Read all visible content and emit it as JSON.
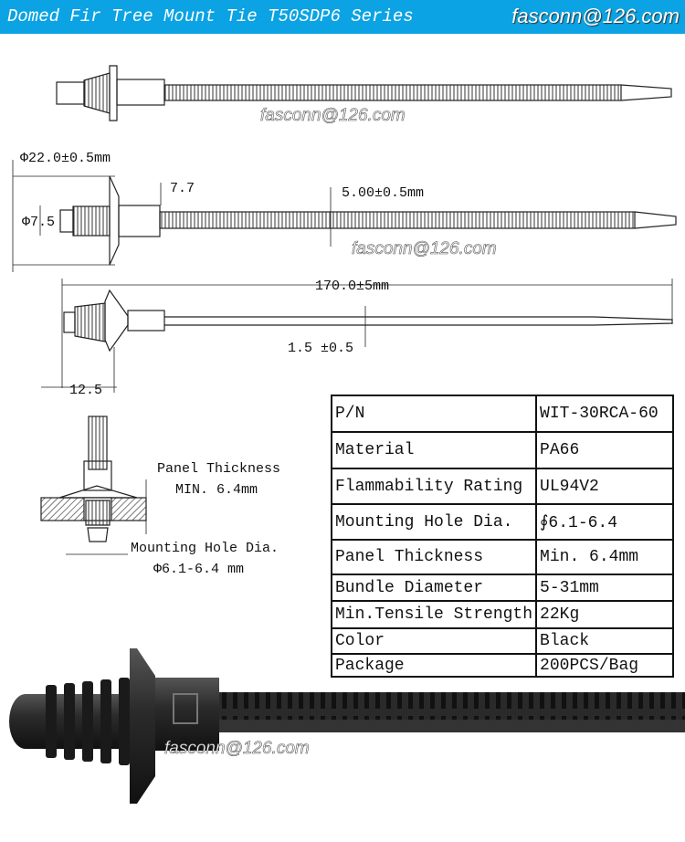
{
  "header": {
    "title": "Domed Fir Tree Mount Tie  T50SDP6  Series",
    "email": "fasconn@126.com",
    "background_color": "#0ba3e3"
  },
  "watermarks": [
    "fasconn@126.com",
    "fasconn@126.com",
    "fasconn@126.com"
  ],
  "dimensions": {
    "dome_diameter": "Φ22.0±0.5mm",
    "head_offset": "7.7",
    "strap_width": "5.00±0.5mm",
    "stem_diameter": "Φ7.5",
    "overall_length": "170.0±5mm",
    "strap_thickness": "1.5 ±0.5",
    "stem_length": "12.5"
  },
  "install_view": {
    "panel_label": "Panel Thickness",
    "panel_value": "MIN. 6.4mm",
    "hole_label": "Mounting Hole Dia.",
    "hole_value": "Φ6.1-6.4 mm"
  },
  "spec_table": [
    {
      "label": "P/N",
      "value": "WIT-30RCA-60"
    },
    {
      "label": "Material",
      "value": "PA66"
    },
    {
      "label": "Flammability Rating",
      "value": "UL94V2"
    },
    {
      "label": "Mounting Hole Dia.",
      "value": "∮6.1-6.4"
    },
    {
      "label": "Panel Thickness",
      "value": "Min. 6.4mm"
    },
    {
      "label": "Bundle Diameter",
      "value": "5-31mm"
    },
    {
      "label": "Min.Tensile Strength",
      "value": "22Kg"
    },
    {
      "label": "Color",
      "value": "Black"
    },
    {
      "label": "Package",
      "value": "200PCS/Bag"
    }
  ]
}
